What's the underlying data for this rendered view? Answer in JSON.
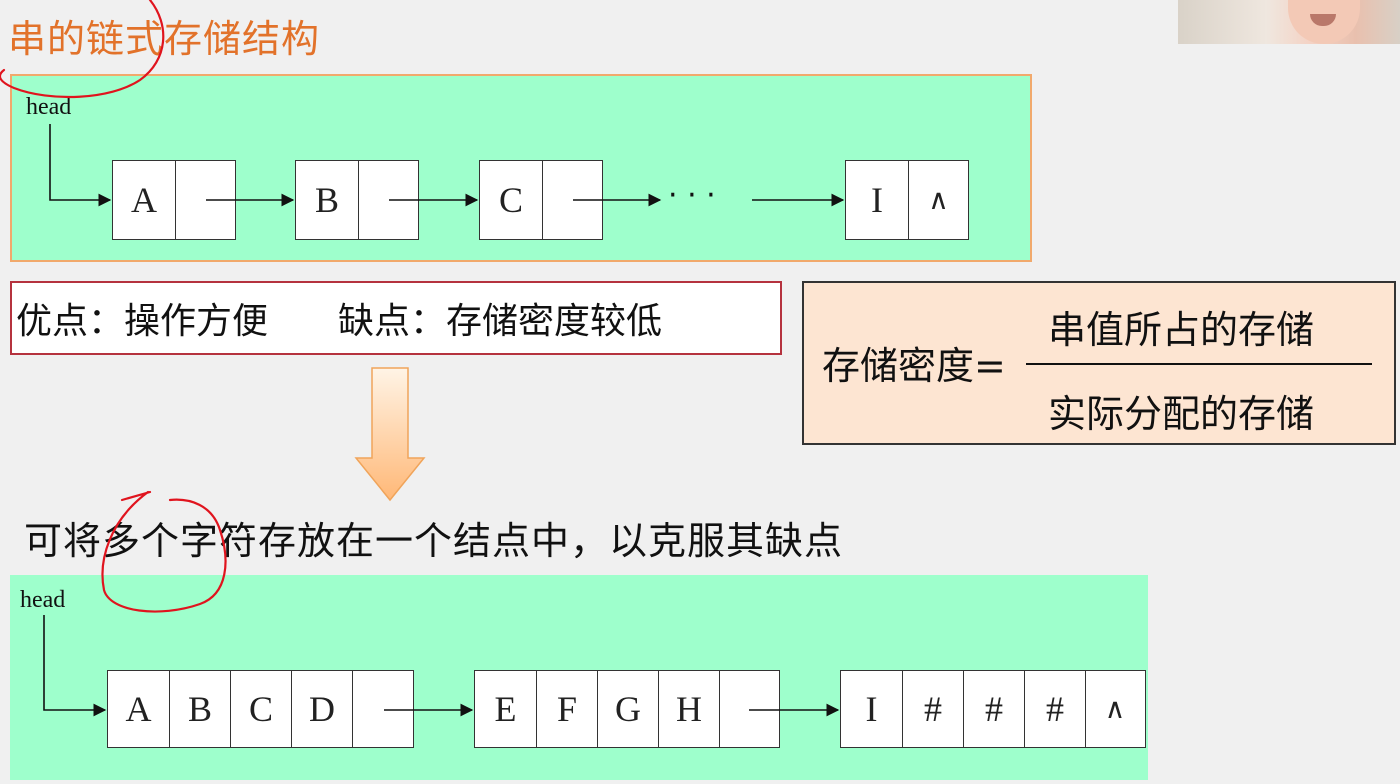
{
  "slide": {
    "title": "串的链式存储结构",
    "head_label": "head",
    "list1": [
      {
        "data": "A",
        "ptr": ""
      },
      {
        "data": "B",
        "ptr": ""
      },
      {
        "data": "C",
        "ptr": ""
      },
      {
        "data": "I",
        "ptr": "∧"
      }
    ],
    "ellipsis": "· · ·",
    "pros_text": "优点：操作方便",
    "cons_text": "缺点：存储密度较低",
    "density": {
      "label": "存储密度=",
      "numerator": "串值所占的存储",
      "denominator": "实际分配的存储"
    },
    "sentence": "可将多个字符存放在一个结点中，以克服其缺点",
    "list2": [
      {
        "chars": [
          "A",
          "B",
          "C",
          "D"
        ],
        "ptr": ""
      },
      {
        "chars": [
          "E",
          "F",
          "G",
          "H"
        ],
        "ptr": ""
      },
      {
        "chars": [
          "I",
          "#",
          "#",
          "#"
        ],
        "ptr": "∧"
      }
    ]
  },
  "colors": {
    "title": "#e2722a",
    "panel": "#9effcc",
    "panel_border": "#f1a96c",
    "pros_border": "#b5323e",
    "density_bg": "#fde5d2",
    "arrow_fill": "#ffc98f",
    "annotation": "#e0141e"
  }
}
